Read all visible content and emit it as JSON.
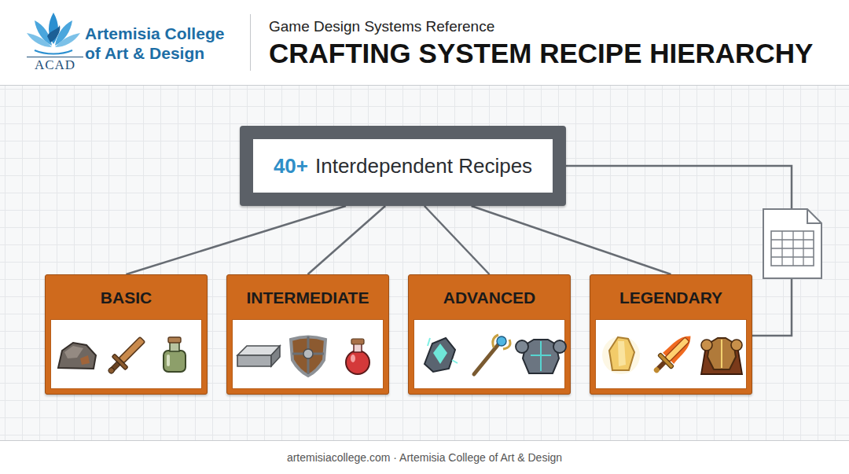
{
  "diagram": {
    "title": "CRAFTING SYSTEM RECIPE HIERARCHY",
    "nodes": [
      {
        "text": [
          "40+",
          "Interdependent Recipes"
        ]
      },
      {
        "text": [
          "BASIC"
        ]
      },
      {
        "text": [
          "INTERMEDIATE"
        ]
      },
      {
        "text": [
          "ADVANCED"
        ]
      },
      {
        "text": [
          "LEGENDARY"
        ]
      }
    ],
    "edges": [
      {
        "from": 0,
        "to": 1,
        "arrow": "none"
      },
      {
        "from": 0,
        "to": 2,
        "arrow": "none"
      },
      {
        "from": 0,
        "to": 3,
        "arrow": "none"
      },
      {
        "from": 0,
        "to": 4,
        "arrow": "none"
      },
      {
        "from": 0,
        "to": 4,
        "arrow": "none"
      }
    ],
    "labels": [
      "ACAD",
      "Artemisia College of Art & Design",
      "Game Design Systems Reference",
      "artemisiacollege.com · Artemisia College of Art & Design"
    ]
  }
}
